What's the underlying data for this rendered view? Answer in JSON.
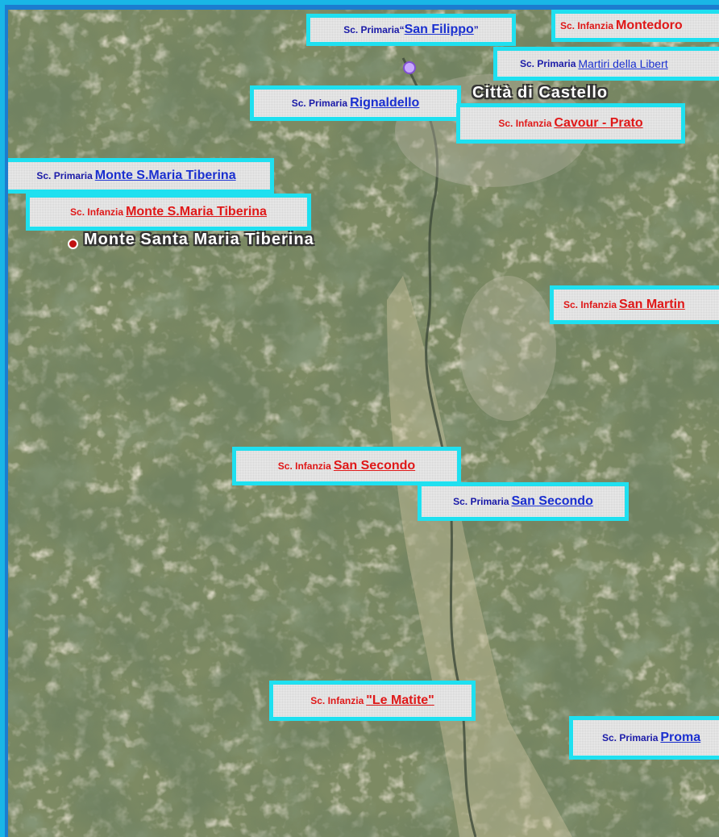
{
  "map": {
    "places": {
      "citta": "Città di Castello",
      "monte": "Monte Santa Maria Tiberina"
    },
    "labels": [
      {
        "id": "primaria-san-filippo",
        "prefix": "Sc. Primaria",
        "name": "San Filippo",
        "open": " “ ",
        "close": "”",
        "name_color": "blue",
        "prefix_color": "blue"
      },
      {
        "id": "infanzia-montedoro",
        "prefix": "Sc. Infanzia",
        "name": "Montedoro",
        "name_color": "red",
        "prefix_color": "red"
      },
      {
        "id": "primaria-martiri",
        "prefix": "Sc. Primaria",
        "name": "Martiri della Libert",
        "name_color": "blue",
        "prefix_color": "blue",
        "thin": true
      },
      {
        "id": "primaria-rignaldello",
        "prefix": "Sc. Primaria",
        "name": "Rignaldello",
        "name_color": "blue",
        "prefix_color": "blue"
      },
      {
        "id": "infanzia-cavour",
        "prefix": "Sc. Infanzia",
        "name": "Cavour - Prato",
        "name_color": "red",
        "prefix_color": "red"
      },
      {
        "id": "primaria-monte",
        "prefix": "Sc. Primaria",
        "name": "Monte  S.Maria Tiberina",
        "name_color": "blue",
        "prefix_color": "blue"
      },
      {
        "id": "infanzia-monte",
        "prefix": "Sc. Infanzia",
        "name": "Monte S.Maria Tiberina",
        "name_color": "red",
        "prefix_color": "red"
      },
      {
        "id": "infanzia-san-martin",
        "prefix": "Sc. Infanzia",
        "name": "San Martin",
        "name_color": "red",
        "prefix_color": "red"
      },
      {
        "id": "infanzia-san-secondo",
        "prefix": "Sc. Infanzia",
        "name": "San Secondo",
        "name_color": "red",
        "prefix_color": "red"
      },
      {
        "id": "primaria-san-secondo",
        "prefix": "Sc. Primaria",
        "name": "San Secondo",
        "name_color": "blue",
        "prefix_color": "blue"
      },
      {
        "id": "infanzia-le-matite",
        "prefix": "Sc. Infanzia",
        "name": "\"Le Matite\"",
        "name_color": "red",
        "prefix_color": "red"
      },
      {
        "id": "primaria-proma",
        "prefix": "Sc. Primaria",
        "name": "Proma",
        "name_color": "blue",
        "prefix_color": "blue"
      }
    ]
  }
}
